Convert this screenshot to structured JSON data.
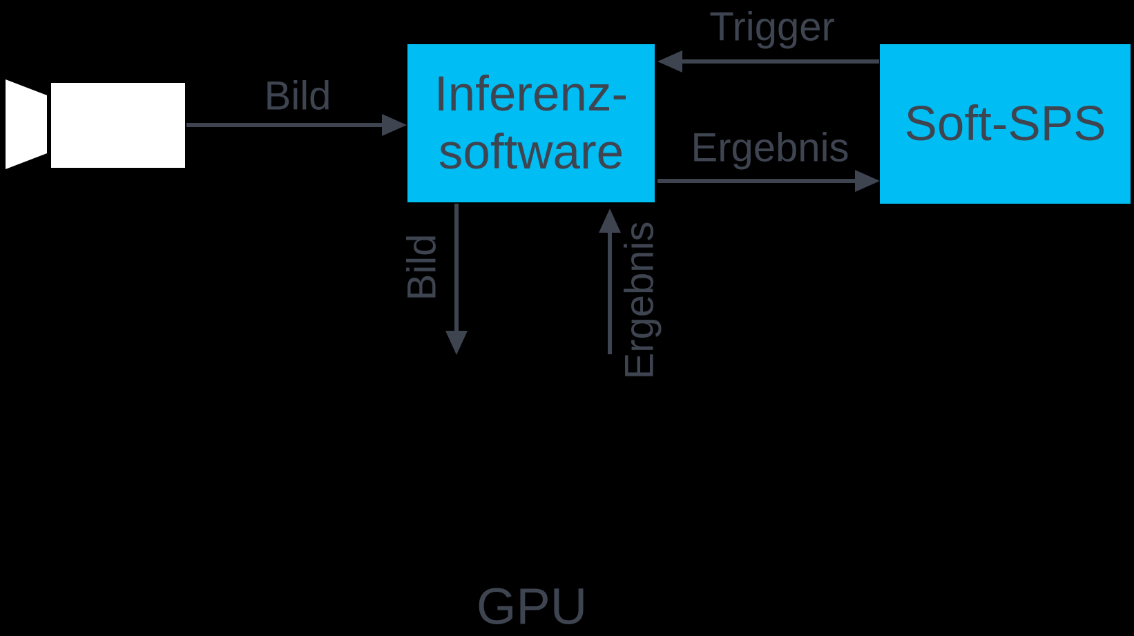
{
  "colors": {
    "bg": "#000000",
    "box": "#00BEF3",
    "ink": "#3E4450",
    "camera": "#FFFFFF"
  },
  "nodes": {
    "inference": {
      "line1": "Inferenz-",
      "line2": "software"
    },
    "soft_sps": {
      "label": "Soft-SPS"
    },
    "gpu": {
      "label": "GPU"
    }
  },
  "edges": {
    "bild_camera_to_inference": {
      "label": "Bild",
      "direction": "right"
    },
    "trigger_sps_to_inference": {
      "label": "Trigger",
      "direction": "left"
    },
    "ergebnis_inference_to_sps": {
      "label": "Ergebnis",
      "direction": "right"
    },
    "bild_inference_to_gpu": {
      "label": "Bild",
      "direction": "down"
    },
    "ergebnis_gpu_to_inference": {
      "label": "Ergebnis",
      "direction": "up"
    }
  },
  "icons": {
    "camera": "camera-icon"
  }
}
